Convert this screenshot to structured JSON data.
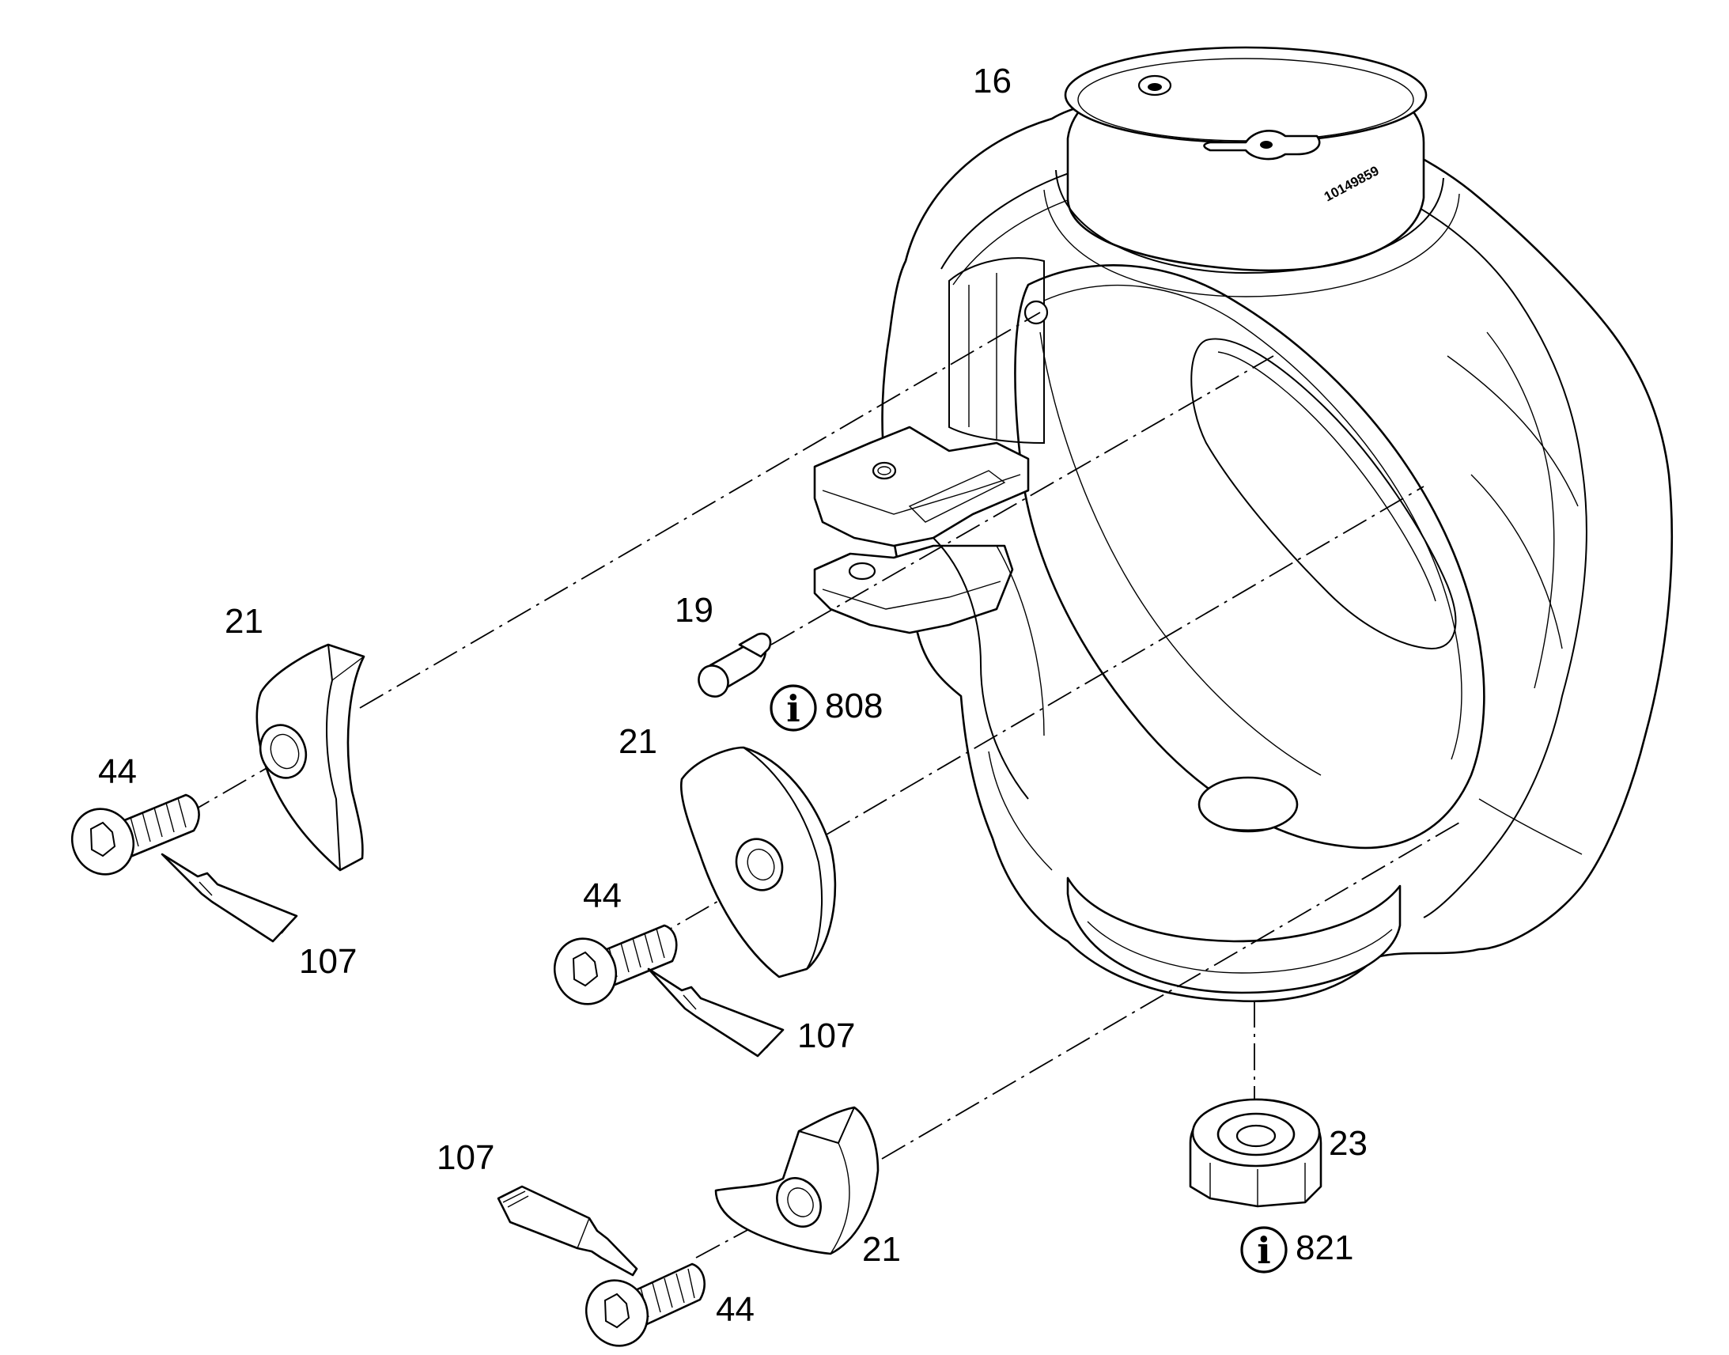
{
  "parts": {
    "housing": {
      "label": "16",
      "stamp": "10149859"
    },
    "pin": {
      "label": "19"
    },
    "info_pin": {
      "label": "808",
      "icon": "info-icon"
    },
    "pad_upper": {
      "label": "21"
    },
    "pad_middle": {
      "label": "21"
    },
    "pad_lower": {
      "label": "21"
    },
    "screw_upper": {
      "label": "44"
    },
    "screw_middle": {
      "label": "44"
    },
    "screw_lower": {
      "label": "44"
    },
    "glue_upper": {
      "label": "107"
    },
    "glue_middle": {
      "label": "107"
    },
    "glue_lower": {
      "label": "107"
    },
    "nut": {
      "label": "23"
    },
    "info_nut": {
      "label": "821",
      "icon": "info-icon"
    }
  }
}
